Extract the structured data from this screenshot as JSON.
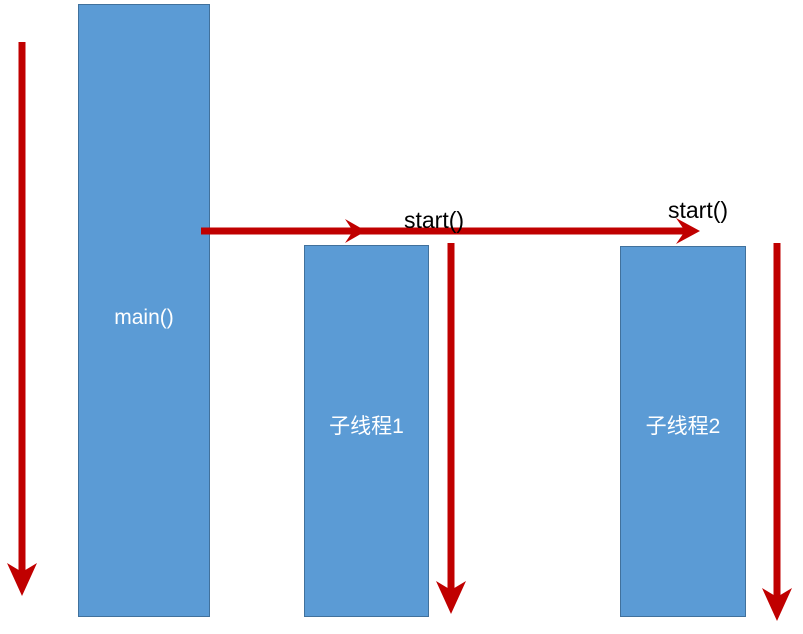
{
  "diagram": {
    "title": "Java thread start() sequence diagram",
    "background_color": "#FFFFFF",
    "lane_fill_color": "#5B9BD5",
    "lane_stroke_color": "#41719C",
    "lane_text_color": "#FFFFFF",
    "arrow_color": "#C00000",
    "label_text_color": "#000000",
    "lanes": [
      {
        "id": "main",
        "label": "main()"
      },
      {
        "id": "child1",
        "label": "子线程1"
      },
      {
        "id": "child2",
        "label": "子线程2"
      }
    ],
    "edge_labels": [
      {
        "id": "start-1",
        "label": "start()"
      },
      {
        "id": "start-2",
        "label": "start()"
      }
    ]
  }
}
